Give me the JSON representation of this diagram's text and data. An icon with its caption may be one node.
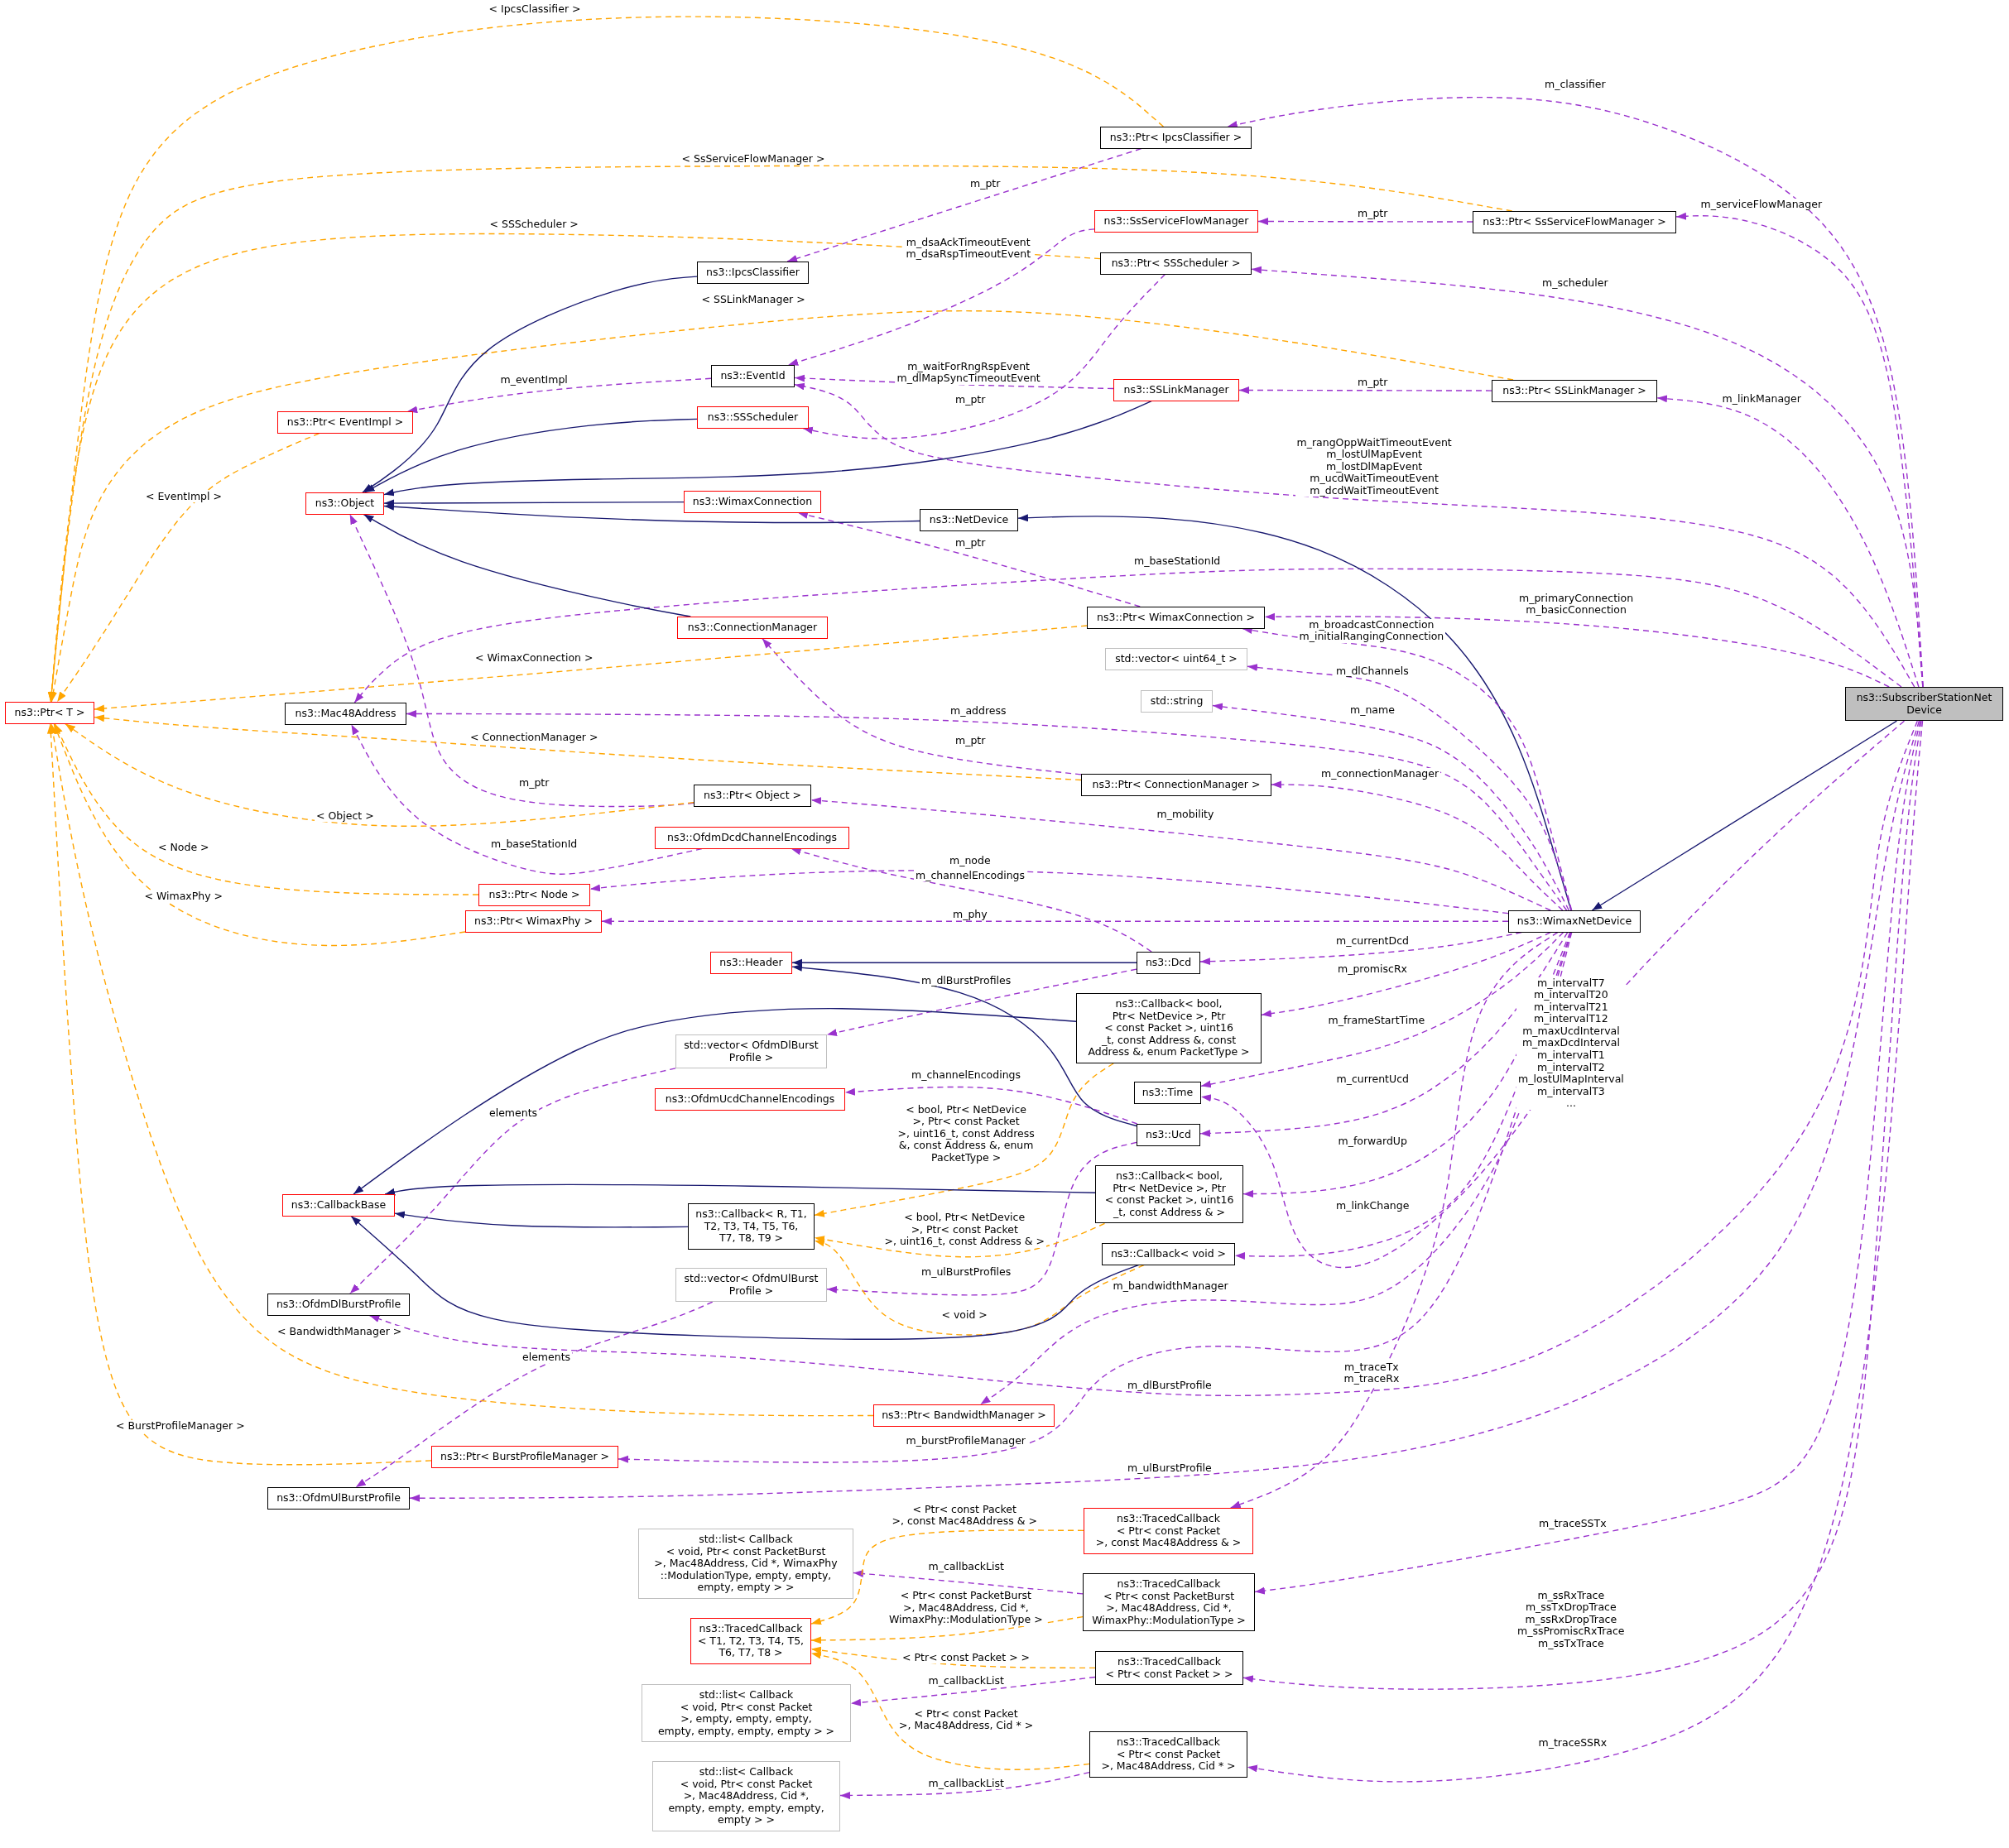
{
  "diagram": {
    "nodes": [
      {
        "text": [
          "ns3::Ptr< IpcsClassifier >"
        ]
      },
      {
        "text": [
          "ns3::Ptr< SsServiceFlowManager >"
        ]
      },
      {
        "text": [
          "ns3::SsServiceFlowManager"
        ]
      },
      {
        "text": [
          "ns3::Ptr< SSScheduler >"
        ]
      },
      {
        "text": [
          "ns3::IpcsClassifier"
        ]
      },
      {
        "text": [
          "ns3::EventId"
        ]
      },
      {
        "text": [
          "ns3::SSLinkManager"
        ]
      },
      {
        "text": [
          "ns3::Ptr< SSLinkManager >"
        ]
      },
      {
        "text": [
          "ns3::Ptr< EventImpl >"
        ]
      },
      {
        "text": [
          "ns3::SSScheduler"
        ]
      },
      {
        "text": [
          "ns3::Object"
        ]
      },
      {
        "text": [
          "ns3::WimaxConnection"
        ]
      },
      {
        "text": [
          "ns3::NetDevice"
        ]
      },
      {
        "text": [
          "ns3::Ptr< WimaxConnection >"
        ]
      },
      {
        "text": [
          "ns3::ConnectionManager"
        ]
      },
      {
        "text": [
          "std::vector< uint64_t >"
        ]
      },
      {
        "text": [
          "ns3::SubscriberStationNet Device"
        ]
      },
      {
        "text": [
          "ns3::Ptr< T >"
        ]
      },
      {
        "text": [
          "ns3::Mac48Address"
        ]
      },
      {
        "text": [
          "std::string"
        ]
      },
      {
        "text": [
          "ns3::Ptr< ConnectionManager >"
        ]
      },
      {
        "text": [
          "ns3::Ptr< Object >"
        ]
      },
      {
        "text": [
          "ns3::OfdmDcdChannelEncodings"
        ]
      },
      {
        "text": [
          "ns3::Ptr< Node >"
        ]
      },
      {
        "text": [
          "ns3::Ptr< WimaxPhy >"
        ]
      },
      {
        "text": [
          "ns3::WimaxNetDevice"
        ]
      },
      {
        "text": [
          "ns3::Header"
        ]
      },
      {
        "text": [
          "ns3::Dcd"
        ]
      },
      {
        "text": [
          "ns3::Callback< bool, Ptr< NetDevice >, Ptr < const Packet >, uint16 _t, const Address &, const Address &, enum PacketType >"
        ]
      },
      {
        "text": [
          "std::vector< OfdmDlBurst Profile >"
        ]
      },
      {
        "text": [
          "ns3::OfdmUcdChannelEncodings"
        ]
      },
      {
        "text": [
          "ns3::Time"
        ]
      },
      {
        "text": [
          "ns3::Ucd"
        ]
      },
      {
        "text": [
          "ns3::CallbackBase"
        ]
      },
      {
        "text": [
          "ns3::Callback< bool, Ptr< NetDevice >, Ptr < const Packet >, uint16 _t, const Address & >"
        ]
      },
      {
        "text": [
          "ns3::Callback< R, T1, T2, T3, T4, T5, T6, T7, T8, T9 >"
        ]
      },
      {
        "text": [
          "ns3::Callback< void >"
        ]
      },
      {
        "text": [
          "std::vector< OfdmUlBurst Profile >"
        ]
      },
      {
        "text": [
          "ns3::OfdmDlBurstProfile"
        ]
      },
      {
        "text": [
          "ns3::Ptr< BandwidthManager >"
        ]
      },
      {
        "text": [
          "ns3::Ptr< BurstProfileManager >"
        ]
      },
      {
        "text": [
          "ns3::OfdmUlBurstProfile"
        ]
      },
      {
        "text": [
          "std::list< Callback < void, Ptr< const PacketBurst >, Mac48Address, Cid *, WimaxPhy ::ModulationType, empty, empty, empty, empty > >"
        ]
      },
      {
        "text": [
          "ns3::TracedCallback < Ptr< const Packet >, const Mac48Address & >"
        ]
      },
      {
        "text": [
          "ns3::TracedCallback < Ptr< const PacketBurst >, Mac48Address, Cid *, WimaxPhy::ModulationType >"
        ]
      },
      {
        "text": [
          "ns3::TracedCallback < T1, T2, T3, T4, T5, T6, T7, T8 >"
        ]
      },
      {
        "text": [
          "ns3::TracedCallback < Ptr< const Packet > >"
        ]
      },
      {
        "text": [
          "std::list< Callback < void, Ptr< const Packet >, empty, empty, empty, empty, empty, empty, empty > >"
        ]
      },
      {
        "text": [
          "ns3::TracedCallback < Ptr< const Packet >, Mac48Address, Cid * >"
        ]
      },
      {
        "text": [
          "std::list< Callback < void, Ptr< const Packet >, Mac48Address, Cid *, empty, empty, empty, empty, empty > >"
        ]
      }
    ],
    "edges": [
      {
        "from": 16,
        "to": 0,
        "arrow": "to",
        "label": "m_classifier",
        "style": "dashed"
      },
      {
        "from": 16,
        "to": 1,
        "arrow": "to",
        "label": "m_serviceFlowManager",
        "style": "dashed"
      },
      {
        "from": 16,
        "to": 3,
        "arrow": "to",
        "label": "m_scheduler",
        "style": "dashed"
      },
      {
        "from": 16,
        "to": 7,
        "arrow": "to",
        "label": "m_linkManager",
        "style": "dashed"
      },
      {
        "from": 16,
        "to": 5,
        "arrow": "to",
        "label": "m_rangOppWaitTimeoutEvent m_lostUlMapEvent m_lostDlMapEvent m_ucdWaitTimeoutEvent m_dcdWaitTimeoutEvent",
        "style": "dashed"
      },
      {
        "from": 16,
        "to": 18,
        "arrow": "to",
        "label": "m_baseStationId",
        "style": "dashed"
      },
      {
        "from": 16,
        "to": 13,
        "arrow": "to",
        "label": "m_primaryConnection m_basicConnection",
        "style": "dashed"
      },
      {
        "from": 16,
        "to": 31,
        "arrow": "to",
        "label": "m_intervalT7 m_intervalT20 m_intervalT21 m_intervalT12 m_maxUcdInterval m_maxDcdInterval m_intervalT1 m_intervalT2 m_lostUlMapInterval m_intervalT3 ...",
        "style": "dashed"
      },
      {
        "from": 16,
        "to": 38,
        "arrow": "to",
        "label": "m_dlBurstProfile",
        "style": "dashed"
      },
      {
        "from": 16,
        "to": 41,
        "arrow": "to",
        "label": "m_ulBurstProfile",
        "style": "dashed"
      },
      {
        "from": 16,
        "to": 44,
        "arrow": "to",
        "label": "m_traceSSTx",
        "style": "dashed"
      },
      {
        "from": 16,
        "to": 46,
        "arrow": "to",
        "label": "m_ssRxTrace m_ssTxDropTrace m_ssRxDropTrace m_ssPromiscRxTrace m_ssTxTrace",
        "style": "dashed"
      },
      {
        "from": 16,
        "to": 48,
        "arrow": "to",
        "label": "m_traceSSRx",
        "style": "dashed"
      },
      {
        "from": 16,
        "to": 25,
        "arrow": "to",
        "color": "#191970"
      },
      {
        "from": 25,
        "to": 12,
        "arrow": "to",
        "color": "#191970"
      },
      {
        "from": 25,
        "to": 13,
        "arrow": "to",
        "label": "m_broadcastConnection m_initialRangingConnection",
        "style": "dashed"
      },
      {
        "from": 25,
        "to": 15,
        "arrow": "to",
        "label": "m_dlChannels",
        "style": "dashed"
      },
      {
        "from": 25,
        "to": 19,
        "arrow": "to",
        "label": "m_name",
        "style": "dashed"
      },
      {
        "from": 25,
        "to": 18,
        "arrow": "to",
        "label": "m_address",
        "style": "dashed"
      },
      {
        "from": 25,
        "to": 20,
        "arrow": "to",
        "label": "m_connectionManager",
        "style": "dashed"
      },
      {
        "from": 25,
        "to": 21,
        "arrow": "to",
        "label": "m_mobility",
        "style": "dashed"
      },
      {
        "from": 25,
        "to": 23,
        "arrow": "to",
        "label": "m_node",
        "style": "dashed"
      },
      {
        "from": 25,
        "to": 24,
        "arrow": "to",
        "label": "m_phy",
        "style": "dashed"
      },
      {
        "from": 27,
        "to": 22,
        "arrow": "to",
        "label": "m_channelEncodings",
        "style": "dashed"
      },
      {
        "from": 25,
        "to": 27,
        "arrow": "to",
        "label": "m_currentDcd",
        "style": "dashed"
      },
      {
        "from": 25,
        "to": 28,
        "arrow": "to",
        "label": "m_promiscRx",
        "style": "dashed"
      },
      {
        "from": 25,
        "to": 31,
        "arrow": "to",
        "label": "m_frameStartTime",
        "style": "dashed"
      },
      {
        "from": 25,
        "to": 32,
        "arrow": "to",
        "label": "m_currentUcd",
        "style": "dashed"
      },
      {
        "from": 25,
        "to": 34,
        "arrow": "to",
        "label": "m_forwardUp",
        "style": "dashed"
      },
      {
        "from": 25,
        "to": 36,
        "arrow": "to",
        "label": "m_linkChange",
        "style": "dashed"
      },
      {
        "from": 25,
        "to": 39,
        "arrow": "to",
        "label": "m_bandwidthManager",
        "style": "dashed"
      },
      {
        "from": 25,
        "to": 40,
        "arrow": "to",
        "label": "m_burstProfileManager",
        "style": "dashed"
      },
      {
        "from": 25,
        "to": 43,
        "arrow": "to",
        "label": "m_traceTx m_traceRx",
        "style": "dashed"
      },
      {
        "from": 32,
        "to": 26,
        "arrow": "to",
        "color": "#191970"
      },
      {
        "from": 27,
        "to": 26,
        "arrow": "to",
        "color": "#191970"
      },
      {
        "from": 27,
        "to": 29,
        "arrow": "to",
        "label": "m_dlBurstProfiles",
        "style": "dashed"
      },
      {
        "from": 32,
        "to": 30,
        "arrow": "to",
        "label": "m_channelEncodings",
        "style": "dashed"
      },
      {
        "from": 32,
        "to": 37,
        "arrow": "to",
        "label": "m_ulBurstProfiles",
        "style": "dashed"
      },
      {
        "from": 29,
        "to": 38,
        "arrow": "to",
        "label": "elements",
        "style": "dashed"
      },
      {
        "from": 37,
        "to": 41,
        "arrow": "to",
        "label": "elements",
        "style": "dashed"
      },
      {
        "from": 2,
        "to": 5,
        "arrow": "to",
        "label": "m_dsaAckTimeoutEvent m_dsaRspTimeoutEvent",
        "style": "dashed"
      },
      {
        "from": 0,
        "to": 4,
        "arrow": "to",
        "label": "m_ptr",
        "style": "dashed"
      },
      {
        "from": 1,
        "to": 2,
        "arrow": "to",
        "label": "m_ptr",
        "style": "dashed"
      },
      {
        "from": 3,
        "to": 9,
        "arrow": "to",
        "label": "m_ptr",
        "style": "dashed"
      },
      {
        "from": 7,
        "to": 6,
        "arrow": "to",
        "label": "m_ptr",
        "style": "dashed"
      },
      {
        "from": 6,
        "to": 5,
        "arrow": "to",
        "label": "m_waitForRngRspEvent m_dlMapSyncTimeoutEvent",
        "style": "dashed"
      },
      {
        "from": 5,
        "to": 8,
        "arrow": "to",
        "label": "m_eventImpl",
        "style": "dashed"
      },
      {
        "from": 13,
        "to": 11,
        "arrow": "to",
        "label": "m_ptr",
        "style": "dashed"
      },
      {
        "from": 20,
        "to": 14,
        "arrow": "to",
        "label": "m_ptr",
        "style": "dashed"
      },
      {
        "from": 21,
        "to": 10,
        "arrow": "to",
        "label": "m_ptr",
        "style": "dashed"
      },
      {
        "from": 22,
        "to": 18,
        "arrow": "to",
        "label": "m_baseStationId",
        "style": "dashed"
      },
      {
        "from": 44,
        "to": 42,
        "arrow": "to",
        "label": "m_callbackList",
        "style": "dashed"
      },
      {
        "from": 46,
        "to": 47,
        "arrow": "to",
        "label": "m_callbackList",
        "style": "dashed"
      },
      {
        "from": 48,
        "to": 49,
        "arrow": "to",
        "label": "m_callbackList",
        "style": "dashed"
      },
      {
        "from": 0,
        "to": 17,
        "arrow": "to",
        "label": "< IpcsClassifier >",
        "style": "dashed",
        "color": "#ffa500"
      },
      {
        "from": 1,
        "to": 17,
        "arrow": "to",
        "label": "< SsServiceFlowManager >",
        "style": "dashed",
        "color": "#ffa500"
      },
      {
        "from": 3,
        "to": 17,
        "arrow": "to",
        "label": "< SSScheduler >",
        "style": "dashed",
        "color": "#ffa500"
      },
      {
        "from": 7,
        "to": 17,
        "arrow": "to",
        "label": "< SSLinkManager >",
        "style": "dashed",
        "color": "#ffa500"
      },
      {
        "from": 8,
        "to": 17,
        "arrow": "to",
        "label": "< EventImpl >",
        "style": "dashed",
        "color": "#ffa500"
      },
      {
        "from": 13,
        "to": 17,
        "arrow": "to",
        "label": "< WimaxConnection >",
        "style": "dashed",
        "color": "#ffa500"
      },
      {
        "from": 20,
        "to": 17,
        "arrow": "to",
        "label": "< ConnectionManager >",
        "style": "dashed",
        "color": "#ffa500"
      },
      {
        "from": 21,
        "to": 17,
        "arrow": "to",
        "label": "< Object >",
        "style": "dashed",
        "color": "#ffa500"
      },
      {
        "from": 23,
        "to": 17,
        "arrow": "to",
        "label": "< Node >",
        "style": "dashed",
        "color": "#ffa500"
      },
      {
        "from": 24,
        "to": 17,
        "arrow": "to",
        "label": "< WimaxPhy >",
        "style": "dashed",
        "color": "#ffa500"
      },
      {
        "from": 39,
        "to": 17,
        "arrow": "to",
        "label": "< BandwidthManager >",
        "style": "dashed",
        "color": "#ffa500"
      },
      {
        "from": 40,
        "to": 17,
        "arrow": "to",
        "label": "< BurstProfileManager >",
        "style": "dashed",
        "color": "#ffa500"
      },
      {
        "from": 28,
        "to": 35,
        "arrow": "to",
        "label": "< bool, Ptr< NetDevice >, Ptr< const Packet >, uint16_t, const Address &, const Address &, enum PacketType >",
        "style": "dashed",
        "color": "#ffa500"
      },
      {
        "from": 34,
        "to": 35,
        "arrow": "to",
        "label": "< bool, Ptr< NetDevice >, Ptr< const Packet >, uint16_t, const Address & >",
        "style": "dashed",
        "color": "#ffa500"
      },
      {
        "from": 36,
        "to": 35,
        "arrow": "to",
        "label": "< void >",
        "style": "dashed",
        "color": "#ffa500"
      },
      {
        "from": 43,
        "to": 45,
        "arrow": "to",
        "label": "< Ptr< const Packet >, const Mac48Address & >",
        "style": "dashed",
        "color": "#ffa500"
      },
      {
        "from": 44,
        "to": 45,
        "arrow": "to",
        "label": "< Ptr< const PacketBurst >, Mac48Address, Cid *, WimaxPhy::ModulationType >",
        "style": "dashed",
        "color": "#ffa500"
      },
      {
        "from": 46,
        "to": 45,
        "arrow": "to",
        "label": "< Ptr< const Packet > >",
        "style": "dashed",
        "color": "#ffa500"
      },
      {
        "from": 48,
        "to": 45,
        "arrow": "to",
        "label": "< Ptr< const Packet >, Mac48Address, Cid * >",
        "style": "dashed",
        "color": "#ffa500"
      },
      {
        "from": 4,
        "to": 10,
        "arrow": "to",
        "color": "#191970"
      },
      {
        "from": 9,
        "to": 10,
        "arrow": "to",
        "color": "#191970"
      },
      {
        "from": 6,
        "to": 10,
        "arrow": "to",
        "color": "#191970"
      },
      {
        "from": 11,
        "to": 10,
        "arrow": "to",
        "color": "#191970"
      },
      {
        "from": 12,
        "to": 10,
        "arrow": "to",
        "color": "#191970"
      },
      {
        "from": 14,
        "to": 10,
        "arrow": "to",
        "color": "#191970"
      },
      {
        "from": 28,
        "to": 33,
        "arrow": "to",
        "color": "#191970"
      },
      {
        "from": 34,
        "to": 33,
        "arrow": "to",
        "color": "#191970"
      },
      {
        "from": 35,
        "to": 33,
        "arrow": "to",
        "color": "#191970"
      },
      {
        "from": 36,
        "to": 33,
        "arrow": "to",
        "color": "#191970"
      }
    ]
  }
}
